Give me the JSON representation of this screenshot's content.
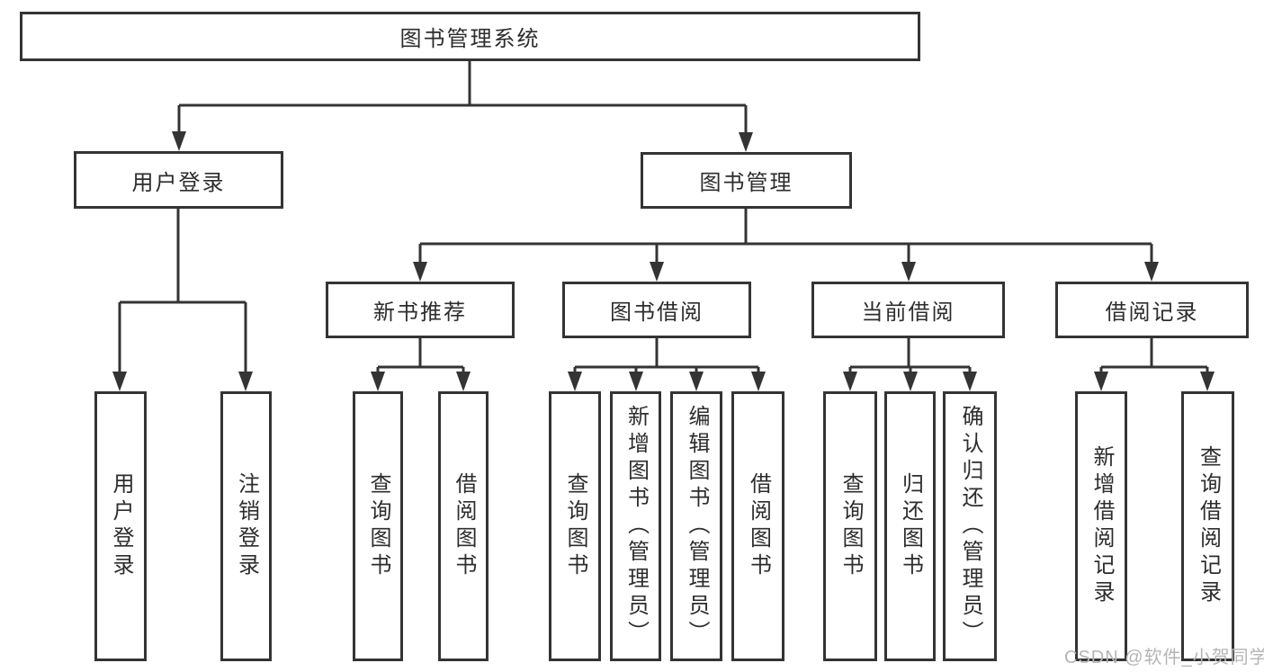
{
  "diagram": {
    "root": {
      "label": "图书管理系统"
    },
    "level2": [
      {
        "label": "用户登录"
      },
      {
        "label": "图书管理"
      }
    ],
    "level3": [
      {
        "label": "新书推荐"
      },
      {
        "label": "图书借阅"
      },
      {
        "label": "当前借阅"
      },
      {
        "label": "借阅记录"
      }
    ],
    "leaves": [
      {
        "label": "用户登录"
      },
      {
        "label": "注销登录"
      },
      {
        "label": "查询图书"
      },
      {
        "label": "借阅图书"
      },
      {
        "label": "查询图书"
      },
      {
        "label": "新增图书（管理员）"
      },
      {
        "label": "编辑图书（管理员）"
      },
      {
        "label": "借阅图书"
      },
      {
        "label": "查询图书"
      },
      {
        "label": "归还图书"
      },
      {
        "label": "确认归还（管理员）"
      },
      {
        "label": "新增借阅记录"
      },
      {
        "label": "查询借阅记录"
      }
    ]
  },
  "watermark": {
    "text": "CSDN @软件_小贺同学"
  },
  "colors": {
    "line": "#343434",
    "text": "#2d2d2d",
    "watermark": "#b5b5b5",
    "background": "#ffffff"
  }
}
